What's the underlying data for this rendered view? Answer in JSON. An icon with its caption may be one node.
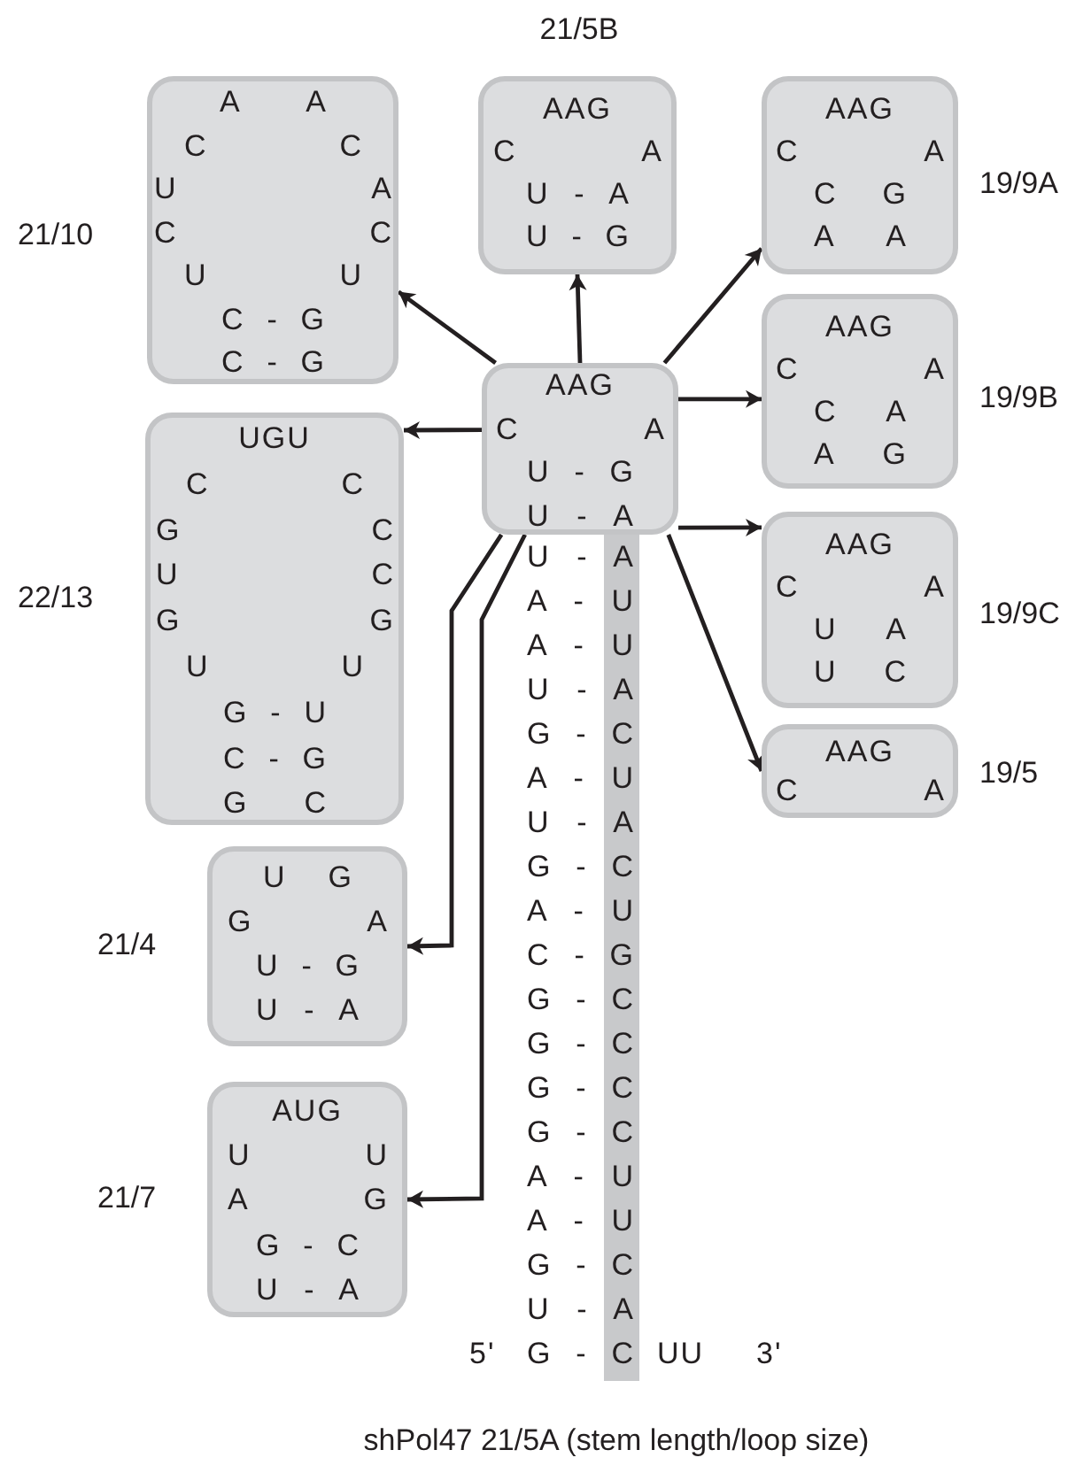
{
  "diagram": {
    "caption": "shPol47 21/5A (stem length/loop size)",
    "nodes": [
      {
        "text": [
          "A A",
          "C C",
          "U A",
          "C C",
          "U U",
          "C - G",
          "C - G"
        ],
        "beside": [
          "21/10"
        ]
      },
      {
        "text": [
          "AAG",
          "C A",
          "U - A",
          "U - G"
        ],
        "beside": [
          "21/5B"
        ]
      },
      {
        "text": [
          "AAG",
          "C A",
          "C G",
          "A A"
        ],
        "beside": [
          "19/9A"
        ]
      },
      {
        "text": [
          "AAG",
          "C A",
          "U - G",
          "U - A"
        ]
      },
      {
        "text": [
          "AAG",
          "C A",
          "C A",
          "A G"
        ],
        "beside": [
          "19/9B"
        ]
      },
      {
        "text": [
          "UGU",
          "C C",
          "G C",
          "U C",
          "G G",
          "U U",
          "G - U",
          "C - G",
          "G C"
        ],
        "beside": [
          "22/13"
        ]
      },
      {
        "text": [
          "AAG",
          "C A",
          "U A",
          "U C"
        ],
        "beside": [
          "19/9C"
        ]
      },
      {
        "text": [
          "AAG",
          "C A"
        ],
        "beside": [
          "19/5"
        ]
      },
      {
        "text": [
          "U G",
          "G A",
          "U - G",
          "U - A"
        ],
        "beside": [
          "21/4"
        ]
      },
      {
        "text": [
          "AUG",
          "U U",
          "A G",
          "G - C",
          "U - A"
        ],
        "beside": [
          "21/7"
        ]
      }
    ],
    "edges": [
      {
        "from": 3,
        "to": 0,
        "arrow": "to"
      },
      {
        "from": 3,
        "to": 1,
        "arrow": "to"
      },
      {
        "from": 3,
        "to": 2,
        "arrow": "to"
      },
      {
        "from": 3,
        "to": 5,
        "arrow": "to"
      },
      {
        "from": 3,
        "to": 4,
        "arrow": "to"
      },
      {
        "from": 3,
        "to": 6,
        "arrow": "to"
      },
      {
        "from": 3,
        "to": 7,
        "arrow": "to"
      },
      {
        "from": 3,
        "to": 8,
        "arrow": "to"
      },
      {
        "from": 3,
        "to": 9,
        "arrow": "to"
      }
    ],
    "labels": [
      "U - A",
      "A - U",
      "A - U",
      "U - A",
      "G - C",
      "A - U",
      "U - A",
      "G - C",
      "A - U",
      "C - G",
      "G - C",
      "G - C",
      "G - C",
      "G - C",
      "A - U",
      "A - U",
      "G - C",
      "U - A",
      "5'",
      "G - C",
      "UU",
      "3'"
    ]
  }
}
